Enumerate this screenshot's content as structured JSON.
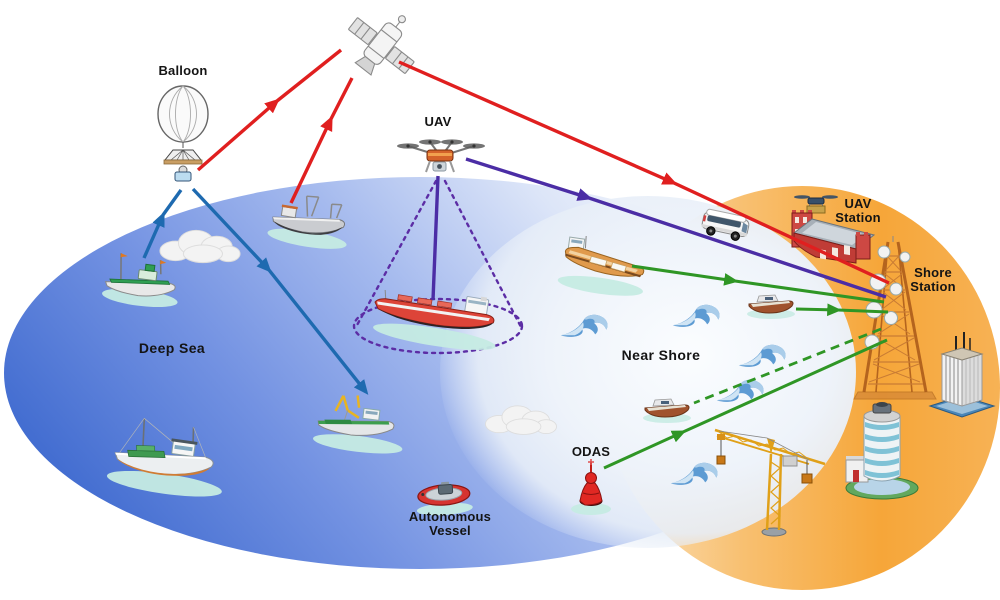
{
  "regions": {
    "deep_sea_label": "Deep Sea",
    "near_shore_label": "Near Shore"
  },
  "labels": {
    "balloon": "Balloon",
    "uav": "UAV",
    "uav_station": "UAV\nStation",
    "shore_station": "Shore\nStation",
    "odas": "ODAS",
    "autonomous_vessel": "Autonomous\nVessel"
  },
  "link_colors": {
    "satellite_link": "#e01f1f",
    "balloon_link": "#1e6ab0",
    "uav_link": "#4b2da5",
    "uav_coverage": "#5c2da5",
    "shore_link": "#2f9625"
  },
  "region_colors": {
    "deep_sea": "#3c68ce",
    "near_shore": "#eef3fa",
    "shore_zone": "#f6a639"
  }
}
